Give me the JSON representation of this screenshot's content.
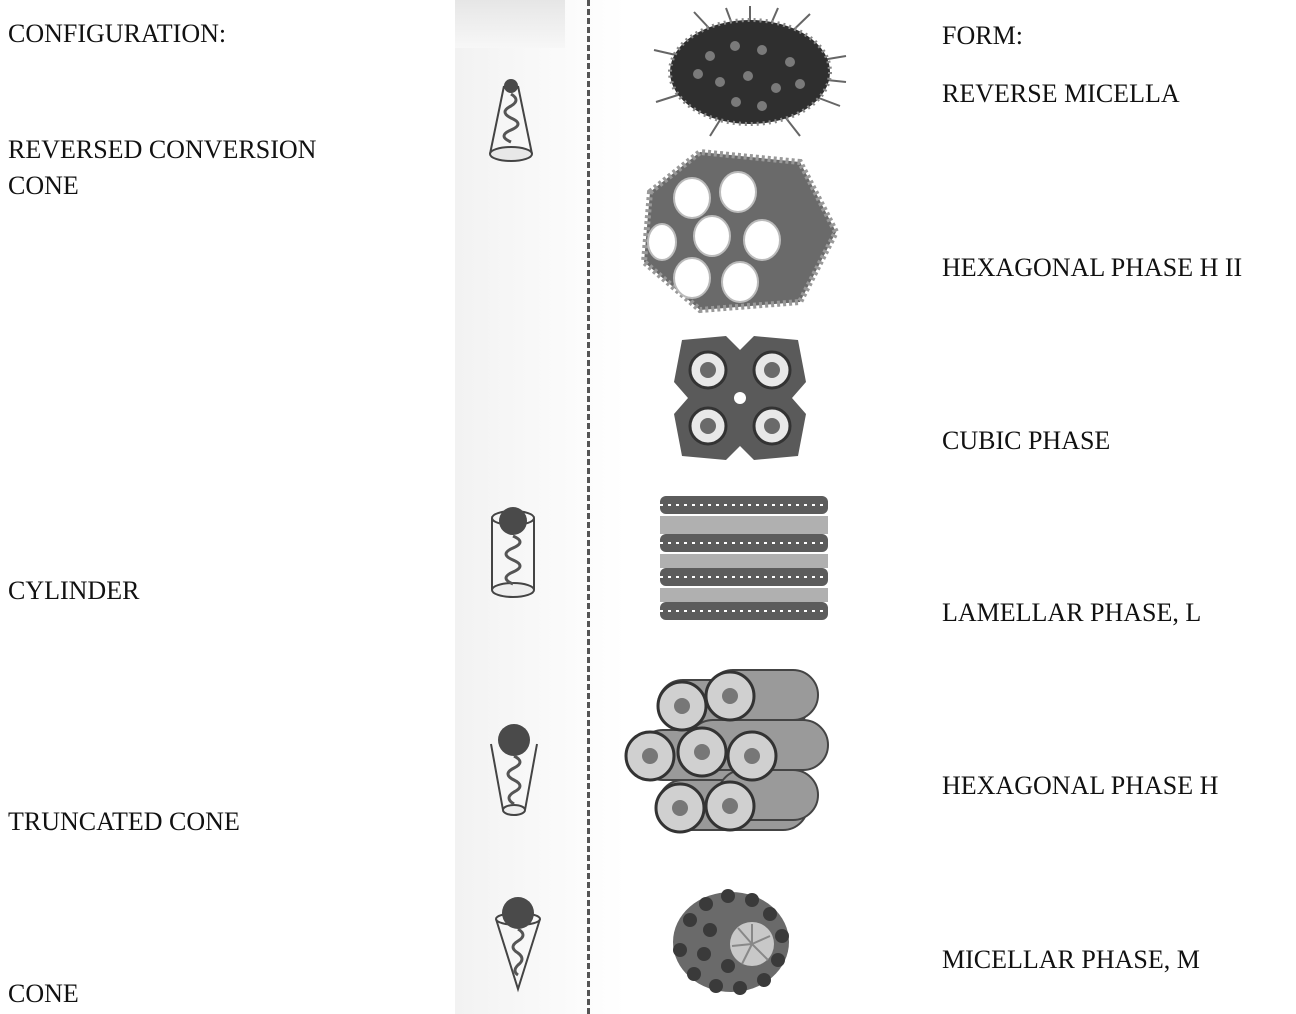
{
  "configuration": {
    "header": "CONFIGURATION:",
    "items": [
      {
        "lines": [
          "REVERSED CONVERSION",
          "CONE"
        ],
        "icon": "inverted-cone-molecule-icon"
      },
      {
        "lines": [
          "CYLINDER"
        ],
        "icon": "cylinder-molecule-icon"
      },
      {
        "lines": [
          "TRUNCATED CONE"
        ],
        "icon": "truncated-cone-molecule-icon"
      },
      {
        "lines": [
          "CONE"
        ],
        "icon": "cone-molecule-icon"
      }
    ]
  },
  "form": {
    "header": "FORM:",
    "items": [
      {
        "label": "REVERSE MICELLA"
      },
      {
        "label": "HEXAGONAL PHASE H II"
      },
      {
        "label": "CUBIC PHASE"
      },
      {
        "label": "LAMELLAR PHASE, L"
      },
      {
        "label": "HEXAGONAL PHASE H"
      },
      {
        "label": "MICELLAR PHASE, M"
      }
    ]
  }
}
